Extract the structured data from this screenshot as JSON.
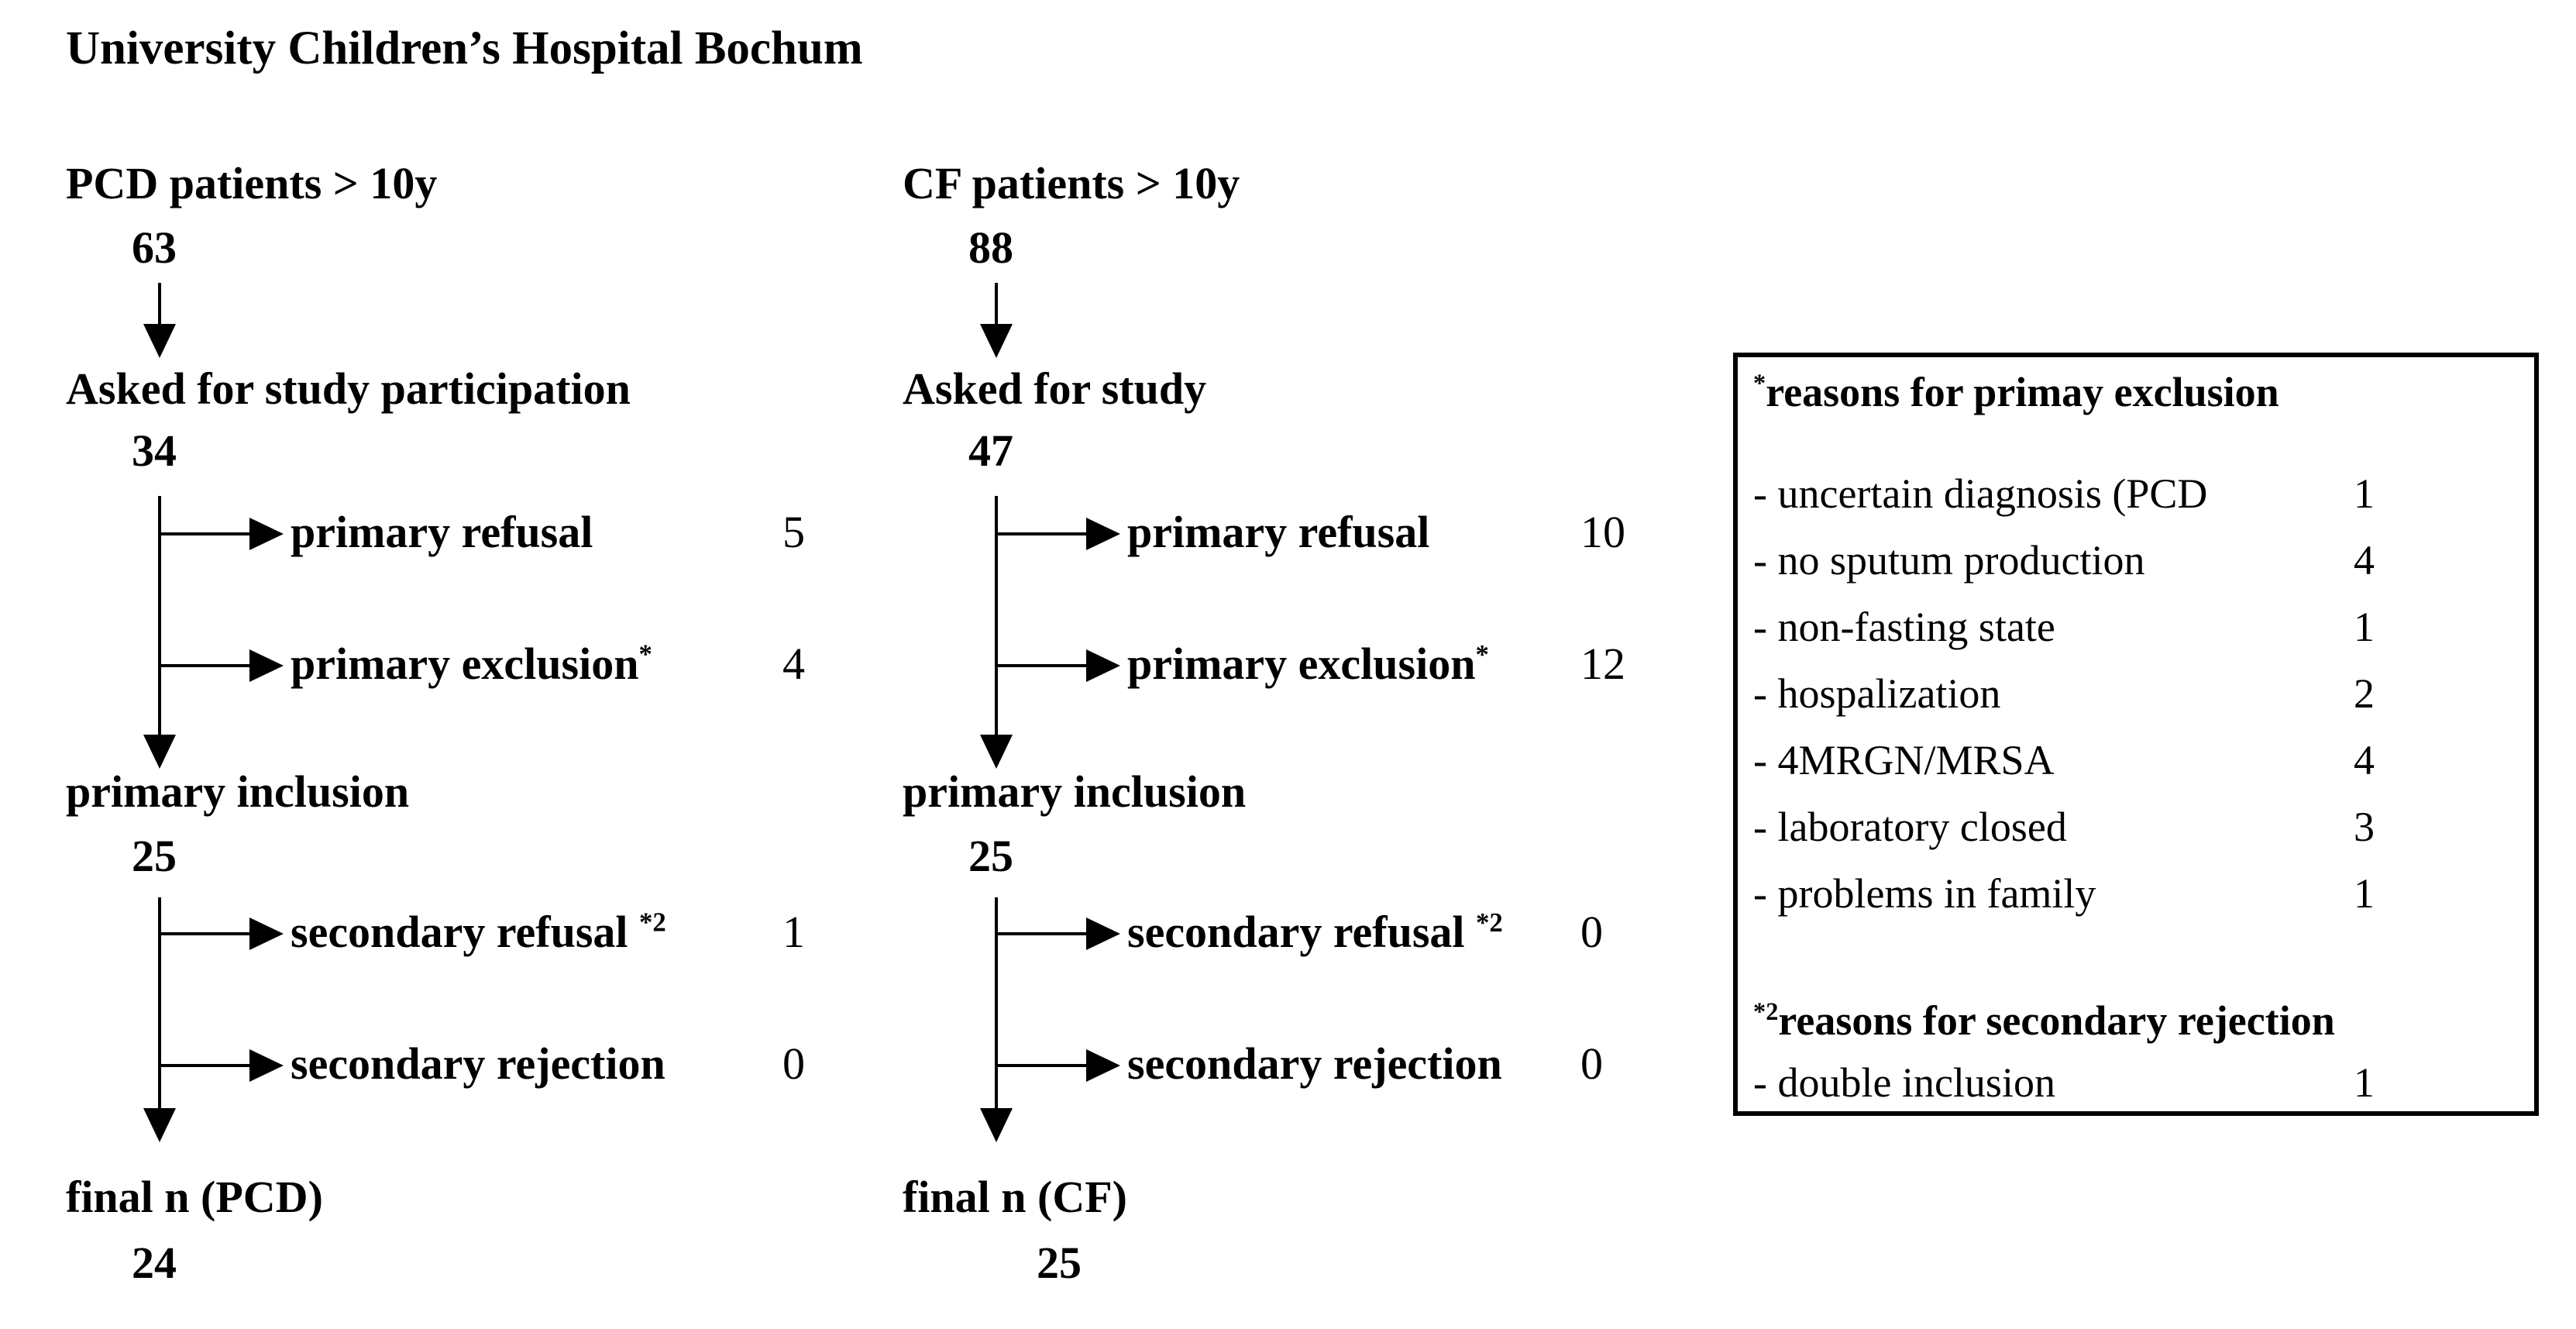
{
  "title": "University Children’s Hospital Bochum",
  "columns": [
    {
      "header": "PCD patients > 10y",
      "count": "63",
      "asked_label": "Asked for study participation",
      "asked_count": "34",
      "primary_refusal_label": "primary refusal",
      "primary_refusal_value": "5",
      "primary_exclusion_label": "primary exclusion",
      "primary_exclusion_sup": "*",
      "primary_exclusion_value": "4",
      "inclusion_label": "primary inclusion",
      "inclusion_count": "25",
      "secondary_refusal_label": "secondary refusal ",
      "secondary_refusal_sup": "*2",
      "secondary_refusal_value": "1",
      "secondary_rejection_label": "secondary rejection",
      "secondary_rejection_value": "0",
      "final_label": "final n (PCD)",
      "final_count": "24"
    },
    {
      "header": "CF patients > 10y",
      "count": "88",
      "asked_label": "Asked for study",
      "asked_count": "47",
      "primary_refusal_label": "primary refusal",
      "primary_refusal_value": "10",
      "primary_exclusion_label": "primary exclusion",
      "primary_exclusion_sup": "*",
      "primary_exclusion_value": "12",
      "inclusion_label": "primary inclusion",
      "inclusion_count": "25",
      "secondary_refusal_label": "secondary refusal ",
      "secondary_refusal_sup": "*2",
      "secondary_refusal_value": "0",
      "secondary_rejection_label": "secondary rejection",
      "secondary_rejection_value": "0",
      "final_label": "final n (CF)",
      "final_count": "25"
    }
  ],
  "sidebox": {
    "primary_header_sup": "*",
    "primary_header": "reasons for primay exclusion",
    "primary_items": [
      {
        "label": "- uncertain diagnosis (PCD",
        "value": "1"
      },
      {
        "label": "- no sputum production",
        "value": "4"
      },
      {
        "label": "- non-fasting state",
        "value": "1"
      },
      {
        "label": "- hospalization",
        "value": "2"
      },
      {
        "label": "- 4MRGN/MRSA",
        "value": "4"
      },
      {
        "label": "- laboratory closed",
        "value": "3"
      },
      {
        "label": "- problems in family",
        "value": "1"
      }
    ],
    "secondary_header_sup": "*2",
    "secondary_header": "reasons for secondary rejection",
    "secondary_items": [
      {
        "label": "- double inclusion",
        "value": "1"
      }
    ]
  }
}
